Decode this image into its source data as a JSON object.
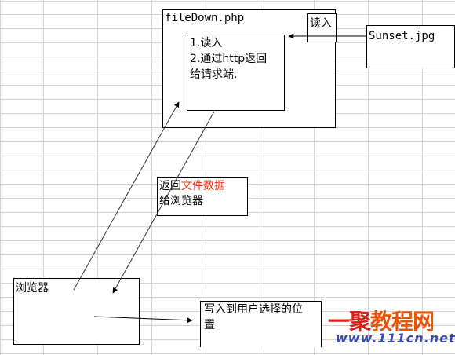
{
  "diagram": {
    "php_box": {
      "title": "fileDown.php"
    },
    "inner_box": {
      "line1": "1.读入",
      "line2": "2.通过http返回",
      "line3": "给请求端."
    },
    "read_box": {
      "label": "读入"
    },
    "sunset_box": {
      "label": "Sunset.jpg"
    },
    "return_box": {
      "prefix": "返回",
      "highlight": "文件数据",
      "line2": "给浏览器"
    },
    "browser_box": {
      "label": "浏览器"
    },
    "write_box": {
      "line1": "写入到用户选择的位",
      "line2": "置"
    }
  },
  "watermark": {
    "main": "一聚教程网",
    "main_a": "一聚",
    "main_b": "教程网",
    "url": "www.111cn.net"
  },
  "colors": {
    "highlight": "#e8360b",
    "grid": "#d4d4d4",
    "logo_red": "#d6211a",
    "logo_blue": "#3a4bb0"
  }
}
